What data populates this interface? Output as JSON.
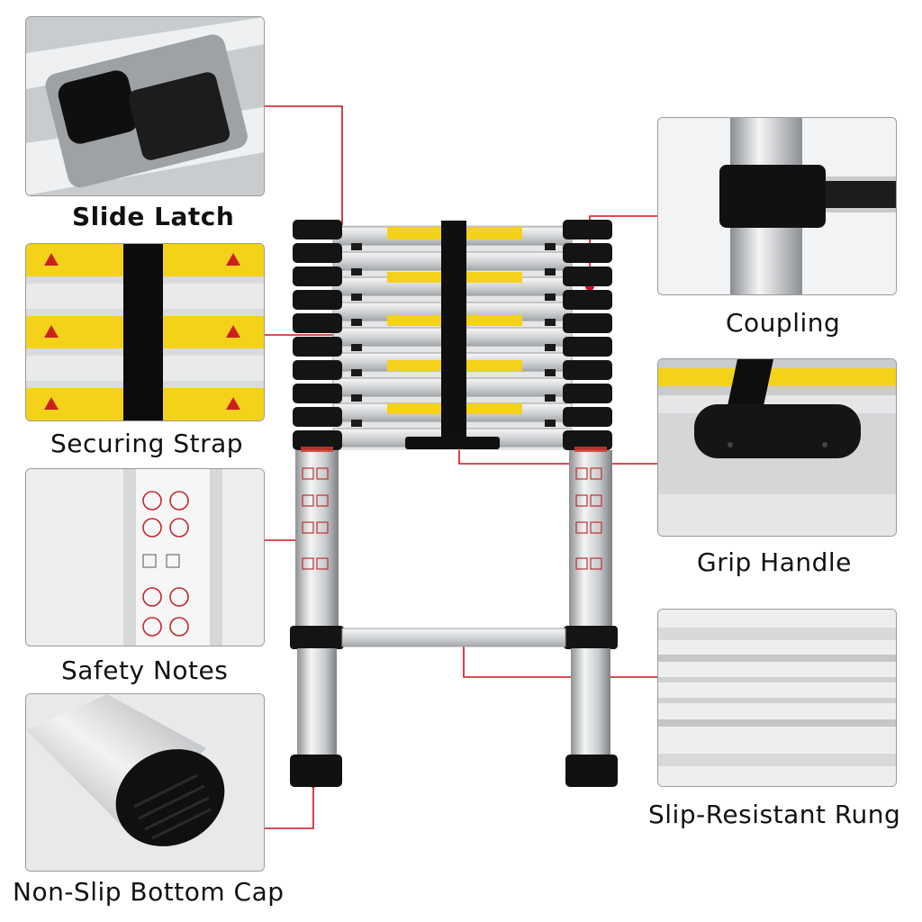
{
  "features": [
    {
      "id": "slide-latch",
      "label": "Slide Latch"
    },
    {
      "id": "securing-strap",
      "label": "Securing Strap"
    },
    {
      "id": "safety-notes",
      "label": "Safety Notes"
    },
    {
      "id": "non-slip-bottom-cap",
      "label": "Non-Slip Bottom Cap"
    },
    {
      "id": "coupling",
      "label": "Coupling"
    },
    {
      "id": "grip-handle",
      "label": "Grip Handle"
    },
    {
      "id": "slip-resistant-rung",
      "label": "Slip-Resistant Rung"
    }
  ],
  "colors": {
    "leader_line": "#d0121b",
    "sticker_yellow": "#f4d21a",
    "plastic_black": "#141414",
    "aluminum": "#d9dbdd"
  }
}
